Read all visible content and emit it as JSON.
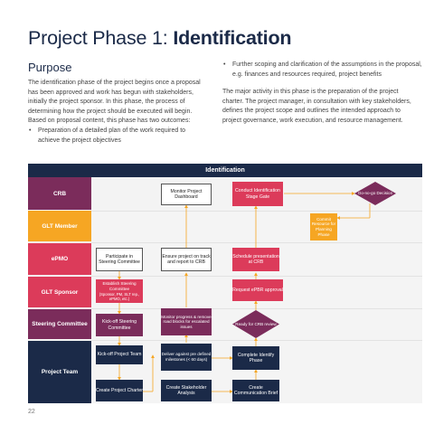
{
  "page": {
    "title_plain": "Project Phase 1:",
    "title_bold": "Identification",
    "purpose_heading": "Purpose",
    "purpose_intro": "The identification phase of the project begins once a proposal has been approved and work has begun with stakeholders, initially the project sponsor. In this phase, the process of determining how the project should be executed will begin. Based on proposal content, this phase has two outcomes:",
    "outcomes": [
      "Preparation of a detailed plan of the work required to achieve the project objectives",
      "Further scoping and clarification of the assumptions in the proposal, e.g. finances and resources required, project benefits"
    ],
    "major_activity": "The major activity in this phase is the preparation of the project charter. The project manager, in consultation with key stakeholders, defines the project scope and outlines the intended approach to project governance, work execution, and resource management.",
    "page_number": "22"
  },
  "diagram": {
    "header": "Identification",
    "lanes": [
      {
        "label": "CRB",
        "color": "#7b2c5b"
      },
      {
        "label": "GLT Member",
        "color": "#f6a623"
      },
      {
        "label": "ePMO",
        "color": "#dc3b5a"
      },
      {
        "label": "GLT Sponsor",
        "color": "#dc3b5a"
      },
      {
        "label": "Steering Committee",
        "color": "#7b2c5b"
      },
      {
        "label": "Project Team",
        "color": "#1b2a48"
      }
    ],
    "boxes": {
      "monitor_dashboard": "Monitor Project Dashboard",
      "conduct_gate": "Conduct Identification Stage Gate",
      "go_no_go": "Go-no-go Decision",
      "commit_resource": "Commit Resource for Planning Phase",
      "participate": "Participate in Steering Committee",
      "ensure_track": "Ensure project on track and report to CRB",
      "schedule_presentation": "Schedule presentation at CRB",
      "establish_steering": "Establish Steering Committee",
      "establish_steering_sub": "(Sponsor, PM, SLT rep., ePMO, etc.)",
      "request_epbr": "Request ePBR approval",
      "kickoff_steering": "Kick-off Steering Committee",
      "monitor_progress": "Monitor progress & remove road blocks for escalated issues",
      "ready_crb": "Ready for CRB review",
      "kickoff_team": "Kick-off Project Team",
      "deliver_milestones": "Deliver against pre defined milestones (< 60 days)",
      "complete_identify": "Complete Identify Phase",
      "create_charter": "Create Project Charter",
      "create_stakeholder": "Create Stakeholder Analysis",
      "create_communication": "Create Communication Brief"
    }
  }
}
